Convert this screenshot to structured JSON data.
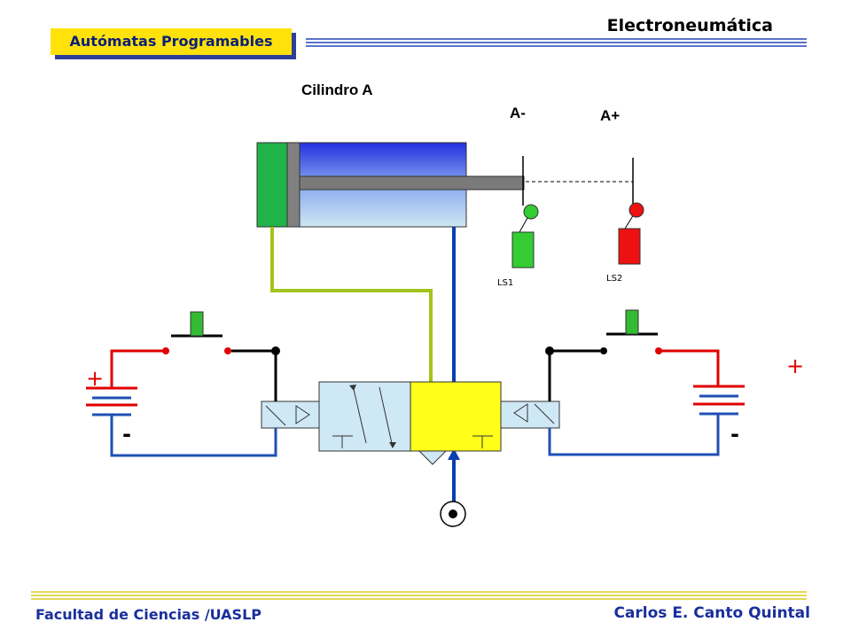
{
  "header": {
    "title": "Electroneumática",
    "course": "Autómatas Programables"
  },
  "footer": {
    "left": "Facultad de Ciencias /UASLP",
    "right": "Carlos E. Canto Quintal"
  },
  "diagram": {
    "cylinder_label": "Cilindro A",
    "position_minus": "A-",
    "position_plus": "A+",
    "switch_1": "LS1",
    "switch_2": "LS2",
    "plus_left": "+",
    "minus_left": "-",
    "plus_right": "+",
    "minus_right": "-"
  },
  "colors": {
    "accent_blue": "#1a2f9c",
    "badge_yellow": "#ffe20a",
    "air_line_blue": "#0a3fb0",
    "air_line_green": "#a3c41a",
    "wire_red": "#e00000",
    "wire_blue": "#1f4fb5"
  }
}
